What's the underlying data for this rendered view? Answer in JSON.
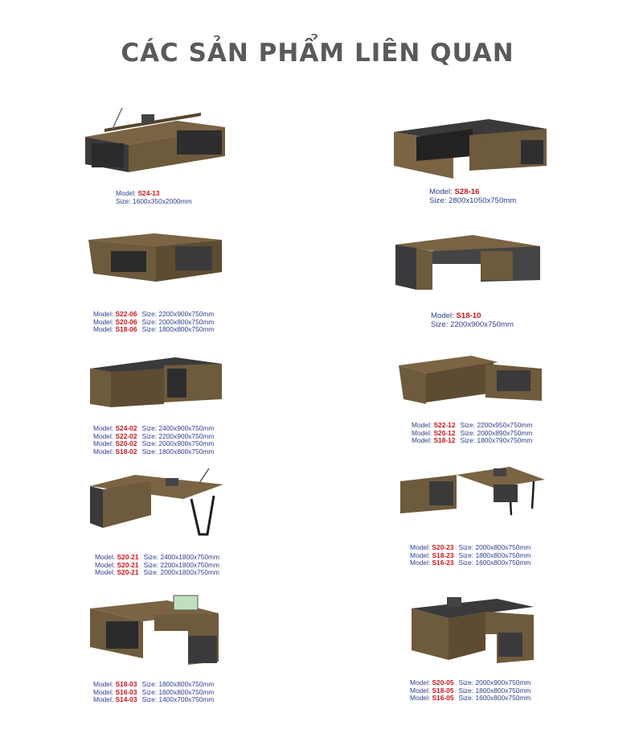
{
  "title": "CÁC SẢN PHẨM LIÊN QUAN",
  "labels": {
    "model": "Model:",
    "size": "Size:"
  },
  "colors": {
    "wood": "#6e5a3c",
    "wood_dark": "#54452e",
    "panel": "#3a3a3c",
    "model_red": "#c4161c",
    "label_blue": "#2d3f8a"
  },
  "products": [
    {
      "name": "desk-s24-13",
      "variants": [
        {
          "model": "S24-13",
          "size": "1600x350x2000mm"
        }
      ]
    },
    {
      "name": "desk-s28-16",
      "variants": [
        {
          "model": "S28-16",
          "size": "2800x1050x750mm"
        }
      ]
    },
    {
      "name": "desk-s22-06",
      "variants": [
        {
          "model": "S22-06",
          "size": "2200x900x750mm"
        },
        {
          "model": "S20-06",
          "size": "2000x800x750mm"
        },
        {
          "model": "S18-06",
          "size": "1800x800x750mm"
        }
      ]
    },
    {
      "name": "desk-s18-10",
      "variants": [
        {
          "model": "S18-10",
          "size": "2200x900x750mm"
        }
      ]
    },
    {
      "name": "desk-s24-02",
      "variants": [
        {
          "model": "S24-02",
          "size": "2400x900x750mm"
        },
        {
          "model": "S22-02",
          "size": "2200x900x750mm"
        },
        {
          "model": "S20-02",
          "size": "2000x900x750mm"
        },
        {
          "model": "S18-02",
          "size": "1800x800x750mm"
        }
      ]
    },
    {
      "name": "desk-s22-12",
      "variants": [
        {
          "model": "S22-12",
          "size": "2200x950x750mm"
        },
        {
          "model": "S20-12",
          "size": "2000x890x750mm"
        },
        {
          "model": "S18-12",
          "size": "1800x790x750mm"
        }
      ]
    },
    {
      "name": "desk-s20-21",
      "variants": [
        {
          "model": "S20-21",
          "size": "2400x1800x750mm"
        },
        {
          "model": "S20-21",
          "size": "2200x1800x750mm"
        },
        {
          "model": "S20-21",
          "size": "2000x1800x750mm"
        }
      ]
    },
    {
      "name": "desk-s20-23",
      "variants": [
        {
          "model": "S20-23",
          "size": "2000x800x750mm"
        },
        {
          "model": "S18-23",
          "size": "1800x800x750mm"
        },
        {
          "model": "S16-23",
          "size": "1600x800x750mm"
        }
      ]
    },
    {
      "name": "desk-s18-03",
      "variants": [
        {
          "model": "S18-03",
          "size": "1800x800x750mm"
        },
        {
          "model": "S16-03",
          "size": "1600x800x750mm"
        },
        {
          "model": "S14-03",
          "size": "1400x700x750mm"
        }
      ]
    },
    {
      "name": "desk-s20-05",
      "variants": [
        {
          "model": "S20-05",
          "size": "2000x900x750mm"
        },
        {
          "model": "S18-05",
          "size": "1800x800x750mm"
        },
        {
          "model": "S16-05",
          "size": "1600x800x750mm"
        }
      ]
    }
  ]
}
